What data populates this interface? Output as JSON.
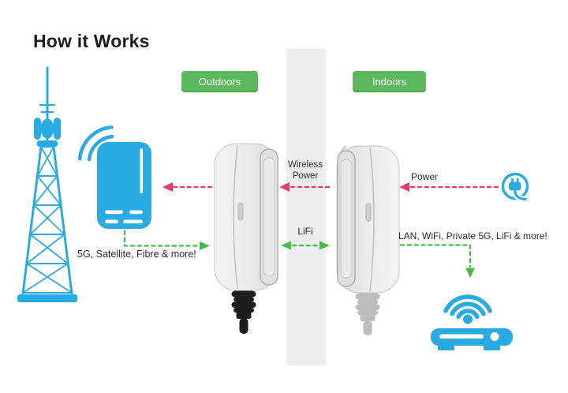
{
  "title": "How it Works",
  "badges": {
    "outdoors": "Outdoors",
    "indoors": "Indoors"
  },
  "labels": {
    "wireless_power": "Wireless Power",
    "lifi": "LiFi",
    "power": "Power",
    "indoor_services": "LAN, WiFi, Private 5G, LiFi & more!",
    "outdoor_services": "5G, Satellite, Fibre & more!"
  },
  "icons": {
    "cell_tower": "cell-tower-icon",
    "wifi_signal": "wifi-signal-icon",
    "outdoor_modem": "modem-icon",
    "outdoor_unit": "outdoor-unit-device",
    "wall": "wall-divider",
    "indoor_unit": "indoor-unit-device",
    "power_plug": "power-plug-icon",
    "wifi_router": "wifi-router-icon"
  },
  "colors": {
    "cyan": "#29ABE2",
    "badge_green": "#5CB85C",
    "arrow_green": "#45BB44",
    "arrow_pink": "#E83A68",
    "wall_gray": "#ECEEEF",
    "cable_black": "#1C1C1C",
    "cable_gray": "#BDBDBB",
    "text_dark": "#2B2B2B"
  }
}
